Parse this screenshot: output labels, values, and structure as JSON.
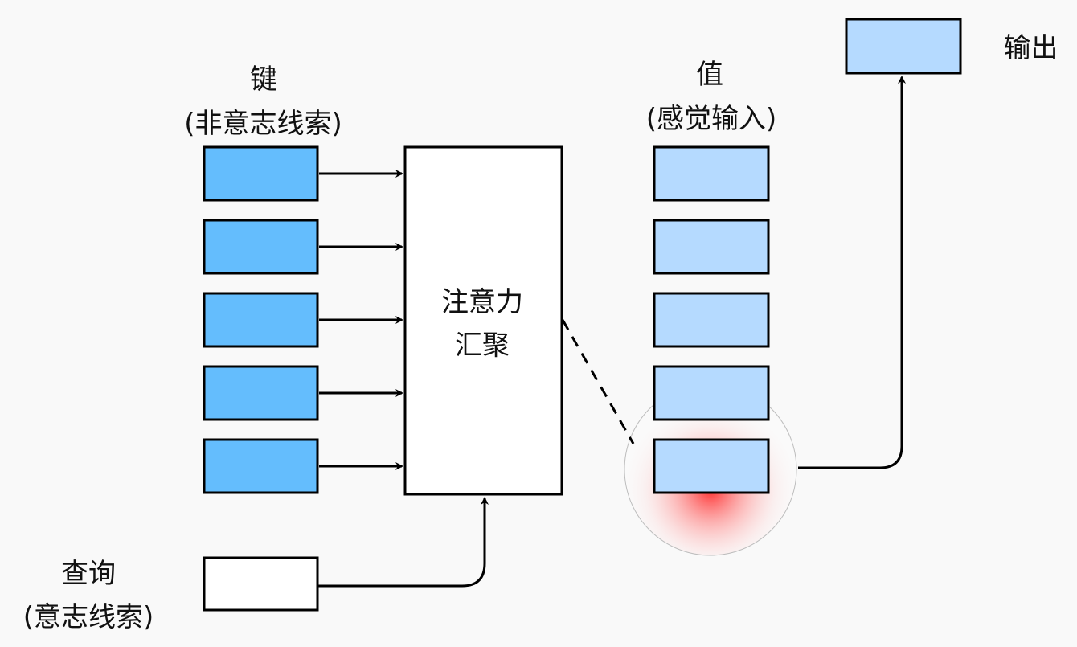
{
  "keys": {
    "title": "键",
    "subtitle": "(非意志线索)",
    "count": 5,
    "color": "#64bdfd"
  },
  "values": {
    "title": "值",
    "subtitle": "(感觉输入)",
    "count": 5,
    "color": "#b5daff",
    "highlighted_index": 4
  },
  "query": {
    "title": "查询",
    "subtitle": "(意志线索)"
  },
  "attention_pooling": {
    "line1": "注意力",
    "line2": "汇聚"
  },
  "output": {
    "label": "输出",
    "color": "#b5daff"
  },
  "colors": {
    "stroke": "#000000",
    "highlight": "#ff3b3b",
    "background": "#f9f9f9"
  }
}
